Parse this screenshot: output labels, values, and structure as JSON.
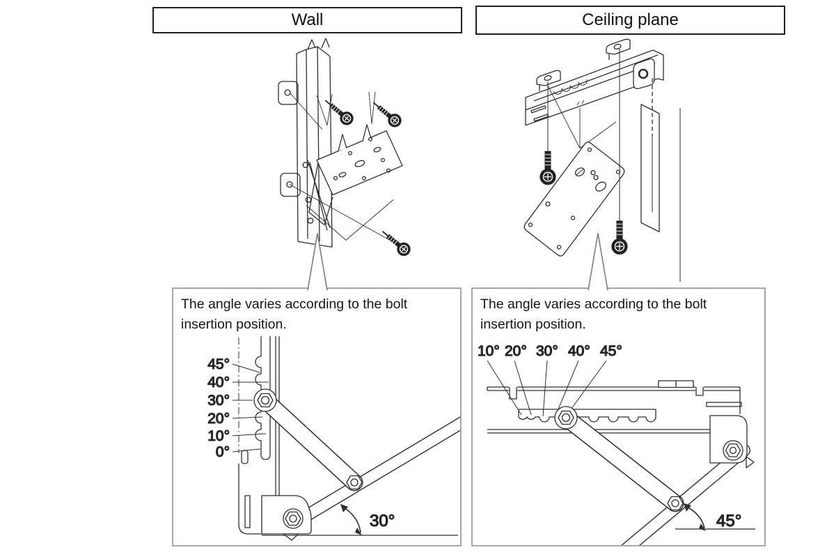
{
  "panels": {
    "wall": {
      "title": "Wall",
      "callout_line1": "The angle varies according to the bolt",
      "callout_line2": "insertion position.",
      "angle_labels": [
        "45°",
        "40°",
        "30°",
        "20°",
        "10°",
        "0°"
      ],
      "current_angle": "30°"
    },
    "ceiling": {
      "title": "Ceiling plane",
      "callout_line1": "The angle varies according to the bolt",
      "callout_line2": "insertion position.",
      "angle_labels": [
        "10°",
        "20°",
        "30°",
        "40°",
        "45°"
      ],
      "current_angle": "45°"
    }
  },
  "colors": {
    "drawing_line": "#2e2e2e",
    "detail_box_border": "#a6a6a6",
    "title_box_border": "#1f1f1f",
    "screw_fill": "#222222",
    "background": "#ffffff"
  }
}
